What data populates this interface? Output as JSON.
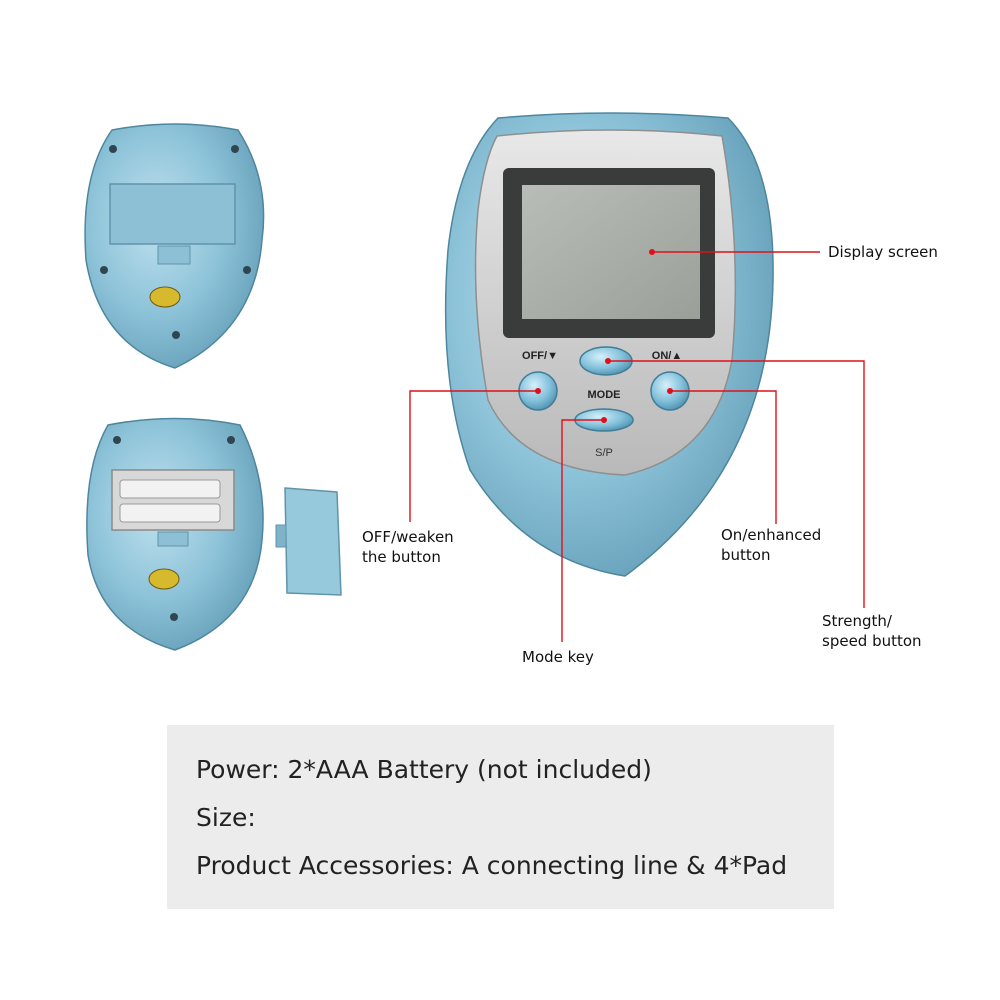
{
  "device": {
    "off_label": "OFF/▼",
    "on_label": "ON/▲",
    "mode_label": "MODE",
    "sp_label": "S/P"
  },
  "callouts": {
    "display": "Display screen",
    "off_line1": "OFF/weaken",
    "off_line2": "the button",
    "on_line1": "On/enhanced",
    "on_line2": "button",
    "strength_line1": "Strength/",
    "strength_line2": "speed button",
    "mode": "Mode key"
  },
  "specs": {
    "power": "Power: 2*AAA Battery (not included)",
    "size": "Size:",
    "accessories": "Product Accessories: A connecting line & 4*Pad"
  },
  "colors": {
    "device_blue": "#8fc3d8",
    "callout_red": "#e0101a",
    "spec_bg": "#ececec"
  }
}
